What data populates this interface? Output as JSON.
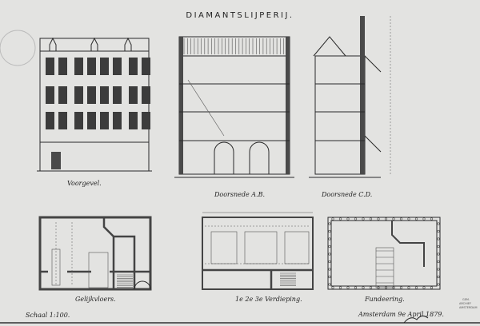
{
  "title": "DIAMANTSLIJPERIJ.",
  "drawings": {
    "facade_label": "Voorgevel.",
    "section_ab_label": "Doorsnede A.B.",
    "section_cd_label": "Doorsnede C.D.",
    "ground_floor_label": "Gelijkvloers.",
    "upper_floors_label": "1e 2e 3e Verdieping.",
    "foundation_label": "Fundeering."
  },
  "scale_label": "Schaal 1:100.",
  "place_date": "Amsterdam 9e April 1879.",
  "colors": {
    "paper": "#e3e3e1",
    "ink": "#2a2a2a"
  }
}
